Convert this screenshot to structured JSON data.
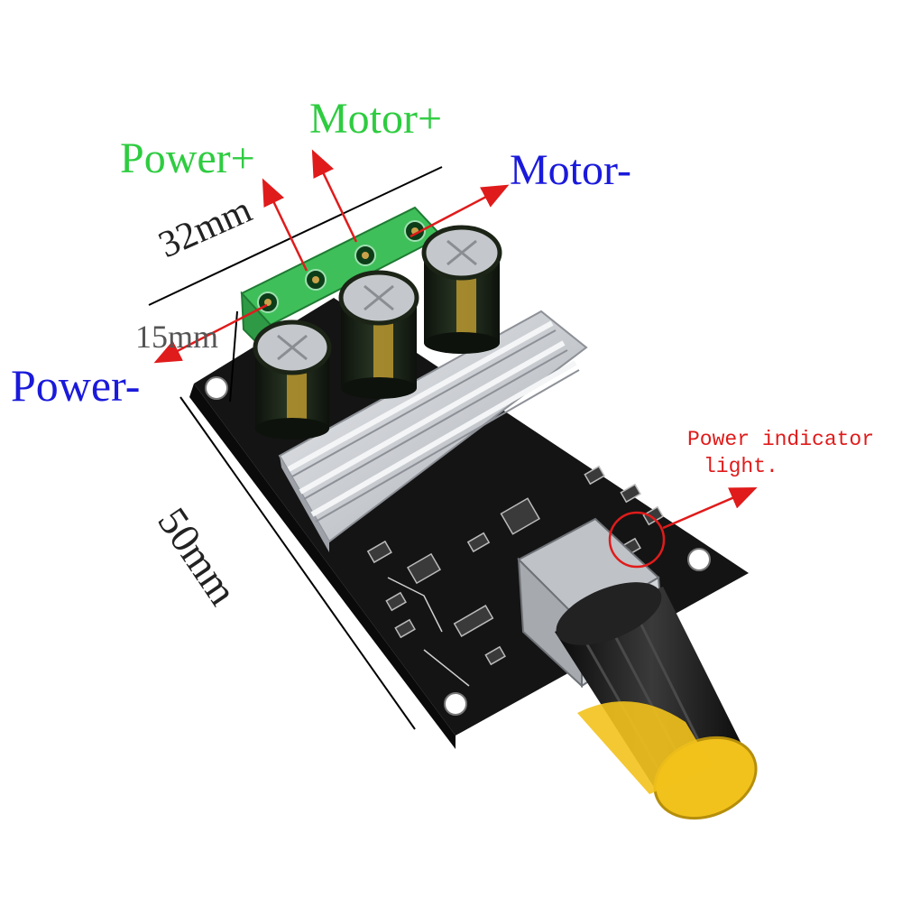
{
  "labels": {
    "power_plus": "Power+",
    "motor_plus": "Motor+",
    "motor_minus": "Motor-",
    "power_minus": "Power-",
    "dim_width": "32mm",
    "dim_height": "15mm",
    "dim_length": "50mm",
    "indicator_line1": "Power indicator",
    "indicator_line2": "light."
  },
  "colors": {
    "green_label": "#2ecc40",
    "blue_label": "#1a1adb",
    "red_label": "#e01b1b",
    "arrow": "#e01b1b",
    "dim_text": "#222222",
    "pcb": "#121212",
    "terminal": "#3fbf5a",
    "heatsink": "#c9ccd1",
    "capacitor": "#1f2a1c",
    "cap_band": "#b8962f",
    "knob": "#1a1a1a",
    "knob_cap": "#f2c21c"
  }
}
